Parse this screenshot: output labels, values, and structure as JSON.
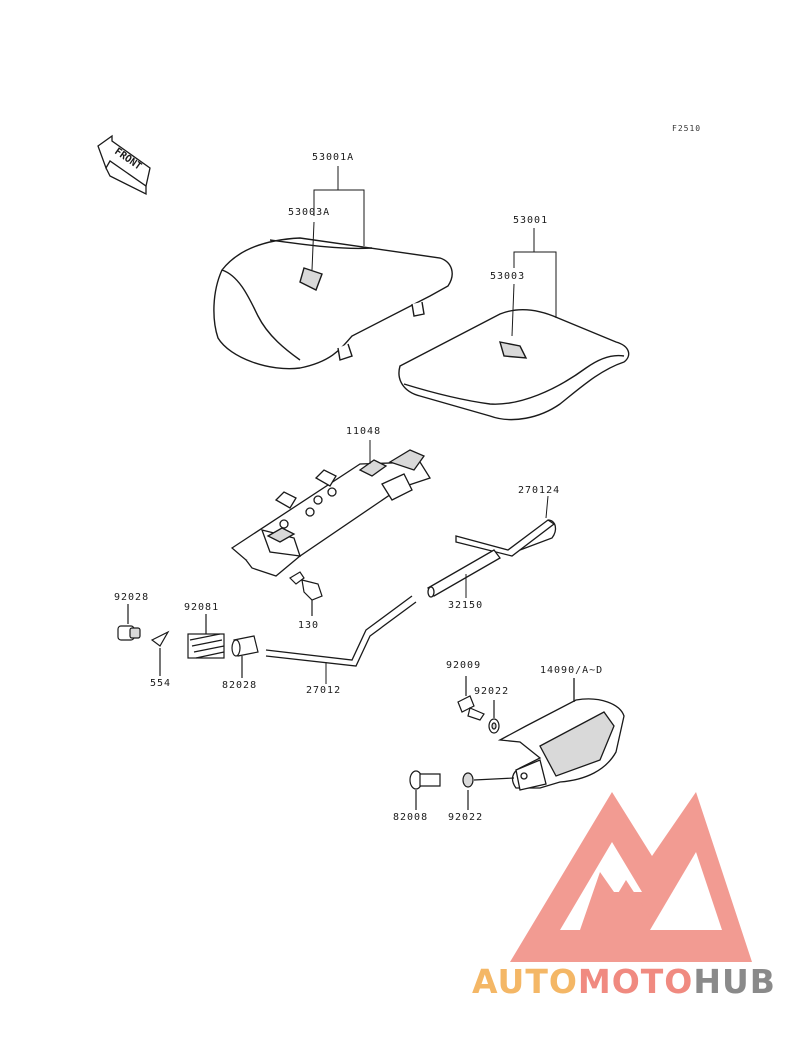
{
  "diagram": {
    "ref_code": "F2510",
    "front_label": "FRONT",
    "parts": {
      "p53001A": "53001A",
      "p53003A": "53003A",
      "p53001": "53001",
      "p53003": "53003",
      "p11048": "11048",
      "p270124": "270124",
      "p32150": "32150",
      "p130": "130",
      "p92028_top": "92028",
      "p92081": "92081",
      "p554": "554",
      "p82028": "82028",
      "p27012": "27012",
      "p92009": "92009",
      "p92022_top": "92022",
      "p14090": "14090/A~D",
      "p82008": "82008",
      "p92022_bottom": "92022"
    },
    "colors": {
      "line": "#1a1a1a",
      "shade": "#d9d9d9",
      "logo_red": "#f08a80",
      "logo_orange": "#f4b766",
      "logo_gray": "#8a8a8a"
    }
  },
  "watermark": {
    "part1": "AUTO",
    "part2": "MOTO",
    "part3": "HUB"
  }
}
